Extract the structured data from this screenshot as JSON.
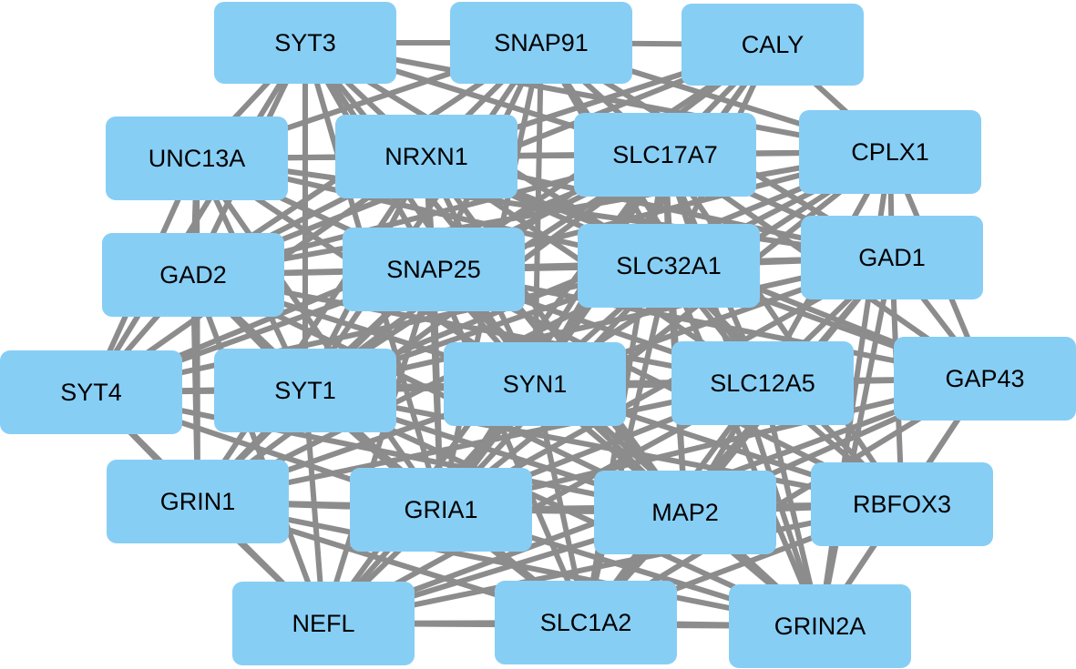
{
  "colors": {
    "node_fill": "#87CEF5",
    "edge": "#8C8C8C",
    "label": "#000000",
    "background": "#FFFFFF"
  },
  "nodes": [
    {
      "id": "SYT3",
      "label": "SYT3"
    },
    {
      "id": "SNAP91",
      "label": "SNAP91"
    },
    {
      "id": "CALY",
      "label": "CALY"
    },
    {
      "id": "UNC13A",
      "label": "UNC13A"
    },
    {
      "id": "NRXN1",
      "label": "NRXN1"
    },
    {
      "id": "SLC17A7",
      "label": "SLC17A7"
    },
    {
      "id": "CPLX1",
      "label": "CPLX1"
    },
    {
      "id": "GAD2",
      "label": "GAD2"
    },
    {
      "id": "SNAP25",
      "label": "SNAP25"
    },
    {
      "id": "SLC32A1",
      "label": "SLC32A1"
    },
    {
      "id": "GAD1",
      "label": "GAD1"
    },
    {
      "id": "SYT4",
      "label": "SYT4"
    },
    {
      "id": "SYT1",
      "label": "SYT1"
    },
    {
      "id": "SYN1",
      "label": "SYN1"
    },
    {
      "id": "SLC12A5",
      "label": "SLC12A5"
    },
    {
      "id": "GAP43",
      "label": "GAP43"
    },
    {
      "id": "GRIN1",
      "label": "GRIN1"
    },
    {
      "id": "GRIA1",
      "label": "GRIA1"
    },
    {
      "id": "MAP2",
      "label": "MAP2"
    },
    {
      "id": "RBFOX3",
      "label": "RBFOX3"
    },
    {
      "id": "NEFL",
      "label": "NEFL"
    },
    {
      "id": "SLC1A2",
      "label": "SLC1A2"
    },
    {
      "id": "GRIN2A",
      "label": "GRIN2A"
    }
  ],
  "edges": [
    [
      "SYT3",
      "SNAP91"
    ],
    [
      "SNAP91",
      "CALY"
    ],
    [
      "SYT3",
      "UNC13A"
    ],
    [
      "SYT3",
      "NRXN1"
    ],
    [
      "SYT3",
      "SLC17A7"
    ],
    [
      "SYT3",
      "SNAP25"
    ],
    [
      "SYT3",
      "SYT1"
    ],
    [
      "SYT3",
      "SYN1"
    ],
    [
      "SYT3",
      "GAD2"
    ],
    [
      "SYT3",
      "SYT4"
    ],
    [
      "SYT3",
      "CPLX1"
    ],
    [
      "SYT3",
      "SLC32A1"
    ],
    [
      "SYT3",
      "GRIA1"
    ],
    [
      "SYT3",
      "MAP2"
    ],
    [
      "SNAP91",
      "NRXN1"
    ],
    [
      "SNAP91",
      "SLC17A7"
    ],
    [
      "SNAP91",
      "SNAP25"
    ],
    [
      "SNAP91",
      "SYT1"
    ],
    [
      "SNAP91",
      "SYN1"
    ],
    [
      "SNAP91",
      "CPLX1"
    ],
    [
      "SNAP91",
      "GAD2"
    ],
    [
      "SNAP91",
      "UNC13A"
    ],
    [
      "SNAP91",
      "SLC32A1"
    ],
    [
      "SNAP91",
      "GAD1"
    ],
    [
      "SNAP91",
      "GRIA1"
    ],
    [
      "SNAP91",
      "SLC12A5"
    ],
    [
      "CALY",
      "SLC17A7"
    ],
    [
      "CALY",
      "SNAP25"
    ],
    [
      "CALY",
      "SYN1"
    ],
    [
      "CALY",
      "NRXN1"
    ],
    [
      "CALY",
      "SYT1"
    ],
    [
      "CALY",
      "GAD2"
    ],
    [
      "CALY",
      "SLC32A1"
    ],
    [
      "CALY",
      "CPLX1"
    ],
    [
      "CALY",
      "GRIA1"
    ],
    [
      "UNC13A",
      "NRXN1"
    ],
    [
      "UNC13A",
      "SNAP25"
    ],
    [
      "UNC13A",
      "SLC17A7"
    ],
    [
      "UNC13A",
      "GAD2"
    ],
    [
      "UNC13A",
      "SYT1"
    ],
    [
      "UNC13A",
      "SYN1"
    ],
    [
      "UNC13A",
      "SYT4"
    ],
    [
      "UNC13A",
      "GRIN1"
    ],
    [
      "UNC13A",
      "CPLX1"
    ],
    [
      "UNC13A",
      "SLC32A1"
    ],
    [
      "UNC13A",
      "GRIA1"
    ],
    [
      "UNC13A",
      "GAD1"
    ],
    [
      "NRXN1",
      "SLC17A7"
    ],
    [
      "NRXN1",
      "SNAP25"
    ],
    [
      "NRXN1",
      "SYN1"
    ],
    [
      "NRXN1",
      "GAD2"
    ],
    [
      "NRXN1",
      "SYT1"
    ],
    [
      "NRXN1",
      "CPLX1"
    ],
    [
      "NRXN1",
      "SLC32A1"
    ],
    [
      "NRXN1",
      "GAD1"
    ],
    [
      "NRXN1",
      "GRIA1"
    ],
    [
      "NRXN1",
      "GRIN1"
    ],
    [
      "NRXN1",
      "MAP2"
    ],
    [
      "NRXN1",
      "SLC12A5"
    ],
    [
      "NRXN1",
      "SYT4"
    ],
    [
      "NRXN1",
      "GAP43"
    ],
    [
      "SLC17A7",
      "CPLX1"
    ],
    [
      "SLC17A7",
      "SNAP25"
    ],
    [
      "SLC17A7",
      "SLC32A1"
    ],
    [
      "SLC17A7",
      "GAD1"
    ],
    [
      "SLC17A7",
      "GAD2"
    ],
    [
      "SLC17A7",
      "SYT1"
    ],
    [
      "SLC17A7",
      "SYN1"
    ],
    [
      "SLC17A7",
      "GRIA1"
    ],
    [
      "SLC17A7",
      "MAP2"
    ],
    [
      "SLC17A7",
      "SLC12A5"
    ],
    [
      "SLC17A7",
      "GAP43"
    ],
    [
      "SLC17A7",
      "GRIN1"
    ],
    [
      "SLC17A7",
      "RBFOX3"
    ],
    [
      "SLC17A7",
      "SLC1A2"
    ],
    [
      "SLC17A7",
      "GRIN2A"
    ],
    [
      "SLC17A7",
      "SYT4"
    ],
    [
      "SLC17A7",
      "NEFL"
    ],
    [
      "CPLX1",
      "GAD1"
    ],
    [
      "CPLX1",
      "SLC32A1"
    ],
    [
      "CPLX1",
      "SNAP25"
    ],
    [
      "CPLX1",
      "SYN1"
    ],
    [
      "CPLX1",
      "SLC12A5"
    ],
    [
      "CPLX1",
      "GAP43"
    ],
    [
      "CPLX1",
      "SYT1"
    ],
    [
      "CPLX1",
      "GRIA1"
    ],
    [
      "CPLX1",
      "GRIN2A"
    ],
    [
      "CPLX1",
      "GAD2"
    ],
    [
      "GAD2",
      "SNAP25"
    ],
    [
      "GAD2",
      "SYT4"
    ],
    [
      "GAD2",
      "SYT1"
    ],
    [
      "GAD2",
      "GRIN1"
    ],
    [
      "GAD2",
      "SLC32A1"
    ],
    [
      "GAD2",
      "GAD1"
    ],
    [
      "GAD2",
      "SYN1"
    ],
    [
      "GAD2",
      "GRIA1"
    ],
    [
      "GAD2",
      "NEFL"
    ],
    [
      "GAD2",
      "MAP2"
    ],
    [
      "GAD2",
      "SLC12A5"
    ],
    [
      "SNAP25",
      "SLC32A1"
    ],
    [
      "SNAP25",
      "SYT1"
    ],
    [
      "SNAP25",
      "SYN1"
    ],
    [
      "SNAP25",
      "GAD1"
    ],
    [
      "SNAP25",
      "SYT4"
    ],
    [
      "SNAP25",
      "GRIN1"
    ],
    [
      "SNAP25",
      "GRIA1"
    ],
    [
      "SNAP25",
      "MAP2"
    ],
    [
      "SNAP25",
      "SLC12A5"
    ],
    [
      "SNAP25",
      "GAP43"
    ],
    [
      "SNAP25",
      "RBFOX3"
    ],
    [
      "SNAP25",
      "NEFL"
    ],
    [
      "SNAP25",
      "SLC1A2"
    ],
    [
      "SNAP25",
      "GRIN2A"
    ],
    [
      "SLC32A1",
      "GAD1"
    ],
    [
      "SLC32A1",
      "SYN1"
    ],
    [
      "SLC32A1",
      "SLC12A5"
    ],
    [
      "SLC32A1",
      "SYT1"
    ],
    [
      "SLC32A1",
      "GAP43"
    ],
    [
      "SLC32A1",
      "GRIA1"
    ],
    [
      "SLC32A1",
      "MAP2"
    ],
    [
      "SLC32A1",
      "RBFOX3"
    ],
    [
      "SLC32A1",
      "GRIN1"
    ],
    [
      "SLC32A1",
      "GRIN2A"
    ],
    [
      "SLC32A1",
      "SYT4"
    ],
    [
      "SLC32A1",
      "SLC1A2"
    ],
    [
      "GAD1",
      "SLC12A5"
    ],
    [
      "GAD1",
      "GAP43"
    ],
    [
      "GAD1",
      "SYN1"
    ],
    [
      "GAD1",
      "RBFOX3"
    ],
    [
      "GAD1",
      "MAP2"
    ],
    [
      "GAD1",
      "GRIA1"
    ],
    [
      "GAD1",
      "GRIN2A"
    ],
    [
      "GAD1",
      "SYT1"
    ],
    [
      "GAD1",
      "SLC1A2"
    ],
    [
      "SYT4",
      "SYT1"
    ],
    [
      "SYT4",
      "GRIN1"
    ],
    [
      "SYT4",
      "GRIA1"
    ],
    [
      "SYT4",
      "NEFL"
    ],
    [
      "SYT4",
      "SYN1"
    ],
    [
      "SYT4",
      "MAP2"
    ],
    [
      "SYT1",
      "SYN1"
    ],
    [
      "SYT1",
      "GRIN1"
    ],
    [
      "SYT1",
      "GRIA1"
    ],
    [
      "SYT1",
      "MAP2"
    ],
    [
      "SYT1",
      "NEFL"
    ],
    [
      "SYT1",
      "SLC1A2"
    ],
    [
      "SYT1",
      "SLC12A5"
    ],
    [
      "SYT1",
      "GRIN2A"
    ],
    [
      "SYT1",
      "RBFOX3"
    ],
    [
      "SYT1",
      "GAP43"
    ],
    [
      "SYN1",
      "SLC12A5"
    ],
    [
      "SYN1",
      "GRIA1"
    ],
    [
      "SYN1",
      "MAP2"
    ],
    [
      "SYN1",
      "GAP43"
    ],
    [
      "SYN1",
      "RBFOX3"
    ],
    [
      "SYN1",
      "NEFL"
    ],
    [
      "SYN1",
      "SLC1A2"
    ],
    [
      "SYN1",
      "GRIN2A"
    ],
    [
      "SYN1",
      "GRIN1"
    ],
    [
      "SLC12A5",
      "GAP43"
    ],
    [
      "SLC12A5",
      "MAP2"
    ],
    [
      "SLC12A5",
      "RBFOX3"
    ],
    [
      "SLC12A5",
      "GRIA1"
    ],
    [
      "SLC12A5",
      "GRIN2A"
    ],
    [
      "SLC12A5",
      "SLC1A2"
    ],
    [
      "SLC12A5",
      "NEFL"
    ],
    [
      "SLC12A5",
      "GRIN1"
    ],
    [
      "GAP43",
      "RBFOX3"
    ],
    [
      "GAP43",
      "MAP2"
    ],
    [
      "GAP43",
      "GRIN2A"
    ],
    [
      "GAP43",
      "SLC1A2"
    ],
    [
      "GAP43",
      "GRIA1"
    ],
    [
      "GAP43",
      "NEFL"
    ],
    [
      "GRIN1",
      "GRIA1"
    ],
    [
      "GRIN1",
      "NEFL"
    ],
    [
      "GRIN1",
      "SLC1A2"
    ],
    [
      "GRIN1",
      "GRIN2A"
    ],
    [
      "GRIN1",
      "MAP2"
    ],
    [
      "GRIA1",
      "MAP2"
    ],
    [
      "GRIA1",
      "NEFL"
    ],
    [
      "GRIA1",
      "SLC1A2"
    ],
    [
      "GRIA1",
      "GRIN2A"
    ],
    [
      "GRIA1",
      "RBFOX3"
    ],
    [
      "MAP2",
      "RBFOX3"
    ],
    [
      "MAP2",
      "NEFL"
    ],
    [
      "MAP2",
      "SLC1A2"
    ],
    [
      "MAP2",
      "GRIN2A"
    ],
    [
      "RBFOX3",
      "GRIN2A"
    ],
    [
      "RBFOX3",
      "SLC1A2"
    ],
    [
      "RBFOX3",
      "NEFL"
    ],
    [
      "NEFL",
      "SLC1A2"
    ],
    [
      "NEFL",
      "GRIN2A"
    ],
    [
      "SLC1A2",
      "GRIN2A"
    ]
  ]
}
